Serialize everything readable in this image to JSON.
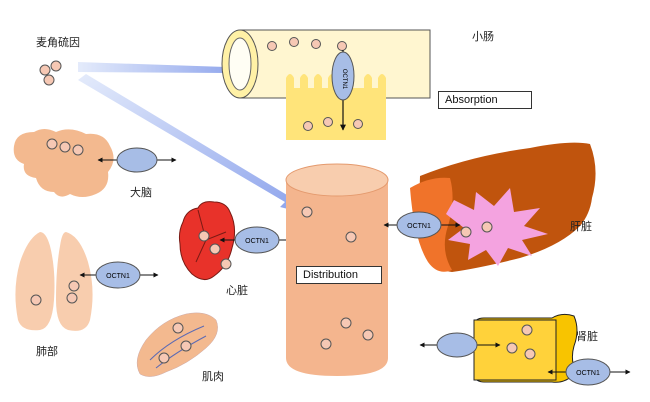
{
  "labels": {
    "ergothioneine": "麦角硫因",
    "small_intestine": "小肠",
    "brain": "大脑",
    "heart": "心脏",
    "lung": "肺部",
    "muscle": "肌肉",
    "liver": "肝脏",
    "kidney": "肾脏"
  },
  "boxes": {
    "absorption": "Absorption",
    "distribution": "Distribution"
  },
  "transporter": "OCTN1",
  "colors": {
    "organ_peach": "#f3b98f",
    "heart_red": "#e8322a",
    "liver_brown": "#c0540d",
    "liver_orange": "#f0732a",
    "liver_pink": "#f4a3e0",
    "kidney_yellow": "#f8c400",
    "intestine_yellow": "#fff1a6",
    "intestine_cells": "#ffe47a",
    "transporter_fill": "#a7bde6",
    "arrow_blue": "#9fb2ee",
    "cylinder_body": "#f4b58e",
    "cylinder_top": "#f8cdae"
  }
}
